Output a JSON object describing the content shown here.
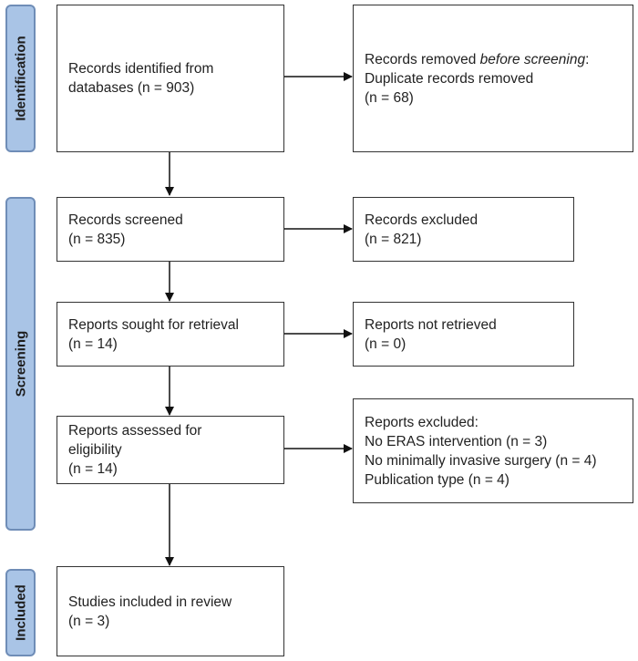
{
  "phases": {
    "identification": "Identification",
    "screening": "Screening",
    "included": "Included"
  },
  "boxes": {
    "identified": {
      "line1": "Records identified from",
      "line2": "databases (n = 903)"
    },
    "removed": {
      "prefix": "Records removed ",
      "italic": "before screening",
      "suffix": ":",
      "line2": "Duplicate records removed",
      "line3": "(n = 68)"
    },
    "screened": {
      "line1": "Records screened",
      "line2": "(n = 835)"
    },
    "excluded": {
      "line1": "Records excluded",
      "line2": "(n = 821)"
    },
    "sought": {
      "line1": "Reports sought for retrieval",
      "line2": "(n = 14)"
    },
    "not_retrieved": {
      "line1": "Reports not retrieved",
      "line2": "(n = 0)"
    },
    "assessed": {
      "line1": "Reports assessed for",
      "line2": "eligibility",
      "line3": "(n = 14)"
    },
    "reports_excluded": {
      "title": "Reports excluded:",
      "reasons": [
        "No ERAS intervention (n = 3)",
        "No minimally invasive surgery (n = 4)",
        "Publication type (n = 4)"
      ]
    },
    "included": {
      "line1": "Studies included in review",
      "line2": "(n = 3)"
    }
  }
}
